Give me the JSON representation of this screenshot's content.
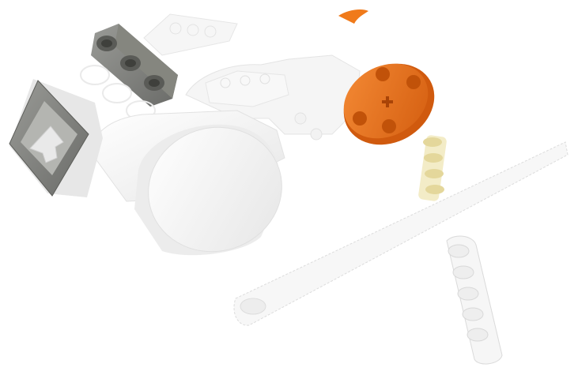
{
  "scene": {
    "subject": "lego-technic-servo-motor-exploded-view",
    "parts": [
      {
        "name": "servo-motor-housing",
        "color": "#f3f3f3"
      },
      {
        "name": "motor-end-cap",
        "color": "#efefef"
      },
      {
        "name": "connector-plate",
        "color": "#6f716e"
      },
      {
        "name": "connector-arrow-icon",
        "color": "#d9d9d9"
      },
      {
        "name": "gray-beam-3-hole",
        "color": "#8e8f8b"
      },
      {
        "name": "orange-hub-disc",
        "color": "#e8711d"
      },
      {
        "name": "orange-tab",
        "color": "#f07a1a"
      },
      {
        "name": "transparent-beam-small",
        "color": "#f2f2f2"
      },
      {
        "name": "transparent-beam-long",
        "color": "#f4f4f4"
      },
      {
        "name": "transparent-beam-vertical",
        "color": "#f4f4f4"
      },
      {
        "name": "yellow-bushing-stack",
        "color": "#e9dfa9"
      }
    ]
  }
}
